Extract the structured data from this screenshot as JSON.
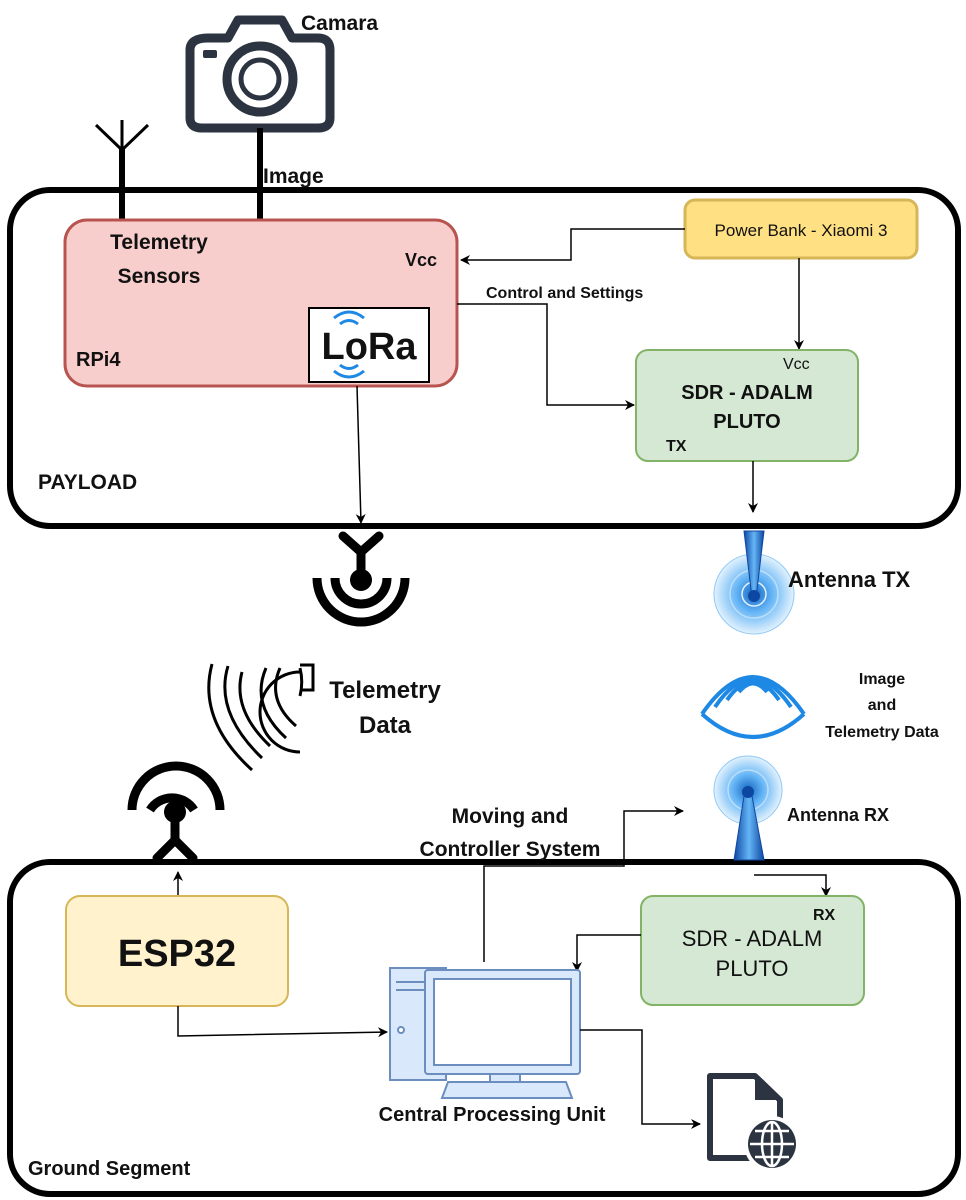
{
  "labels": {
    "camera": "Camara",
    "image": "Image",
    "telemetry_sensors_line1": "Telemetry",
    "telemetry_sensors_line2": "Sensors",
    "vcc_rpi": "Vcc",
    "rpi": "RPi4",
    "lora": "LoRa",
    "control_settings": "Control and Settings",
    "power_bank": "Power Bank - Xiaomi 3",
    "sdr_tx_vcc": "Vcc",
    "sdr_tx_line1": "SDR - ADALM",
    "sdr_tx_line2": "PLUTO",
    "sdr_tx_port": "TX",
    "payload": "PAYLOAD",
    "antenna_tx": "Antenna TX",
    "telemetry_data_line1": "Telemetry",
    "telemetry_data_line2": "Data",
    "img_tel_line1": "Image",
    "img_tel_line2": "and",
    "img_tel_line3": "Telemetry Data",
    "antenna_rx": "Antenna RX",
    "moving_line1": "Moving and",
    "moving_line2": "Controller System",
    "sdr_rx_port": "RX",
    "sdr_rx_line1": "SDR - ADALM",
    "sdr_rx_line2": "PLUTO",
    "esp32": "ESP32",
    "cpu": "Central Processing Unit",
    "ground_segment": "Ground Segment"
  },
  "icons": {
    "camera": "camera-icon",
    "whip_antenna": "antenna-icon",
    "lora_antenna": "lora-antenna-icon",
    "telemetry_waves": "radio-waves-icon",
    "esp32_antenna": "esp32-antenna-icon",
    "antenna_tx": "dish-antenna-tx-icon",
    "antenna_rx": "dish-antenna-rx-icon",
    "rf_waves": "rf-waves-icon",
    "computer": "computer-icon",
    "web_file": "web-file-icon"
  },
  "colors": {
    "rpi_fill": "#f8cecc",
    "rpi_stroke": "#b85450",
    "sdr_fill": "#d5e8d4",
    "sdr_stroke": "#82b366",
    "power_fill": "#ffe082",
    "power_stroke": "#d6b656",
    "esp_fill": "#fff2cc",
    "esp_stroke": "#d6b656",
    "antenna_blue": "#1e88e5",
    "computer_fill": "#dae8fc",
    "computer_stroke": "#6c8ebf"
  }
}
